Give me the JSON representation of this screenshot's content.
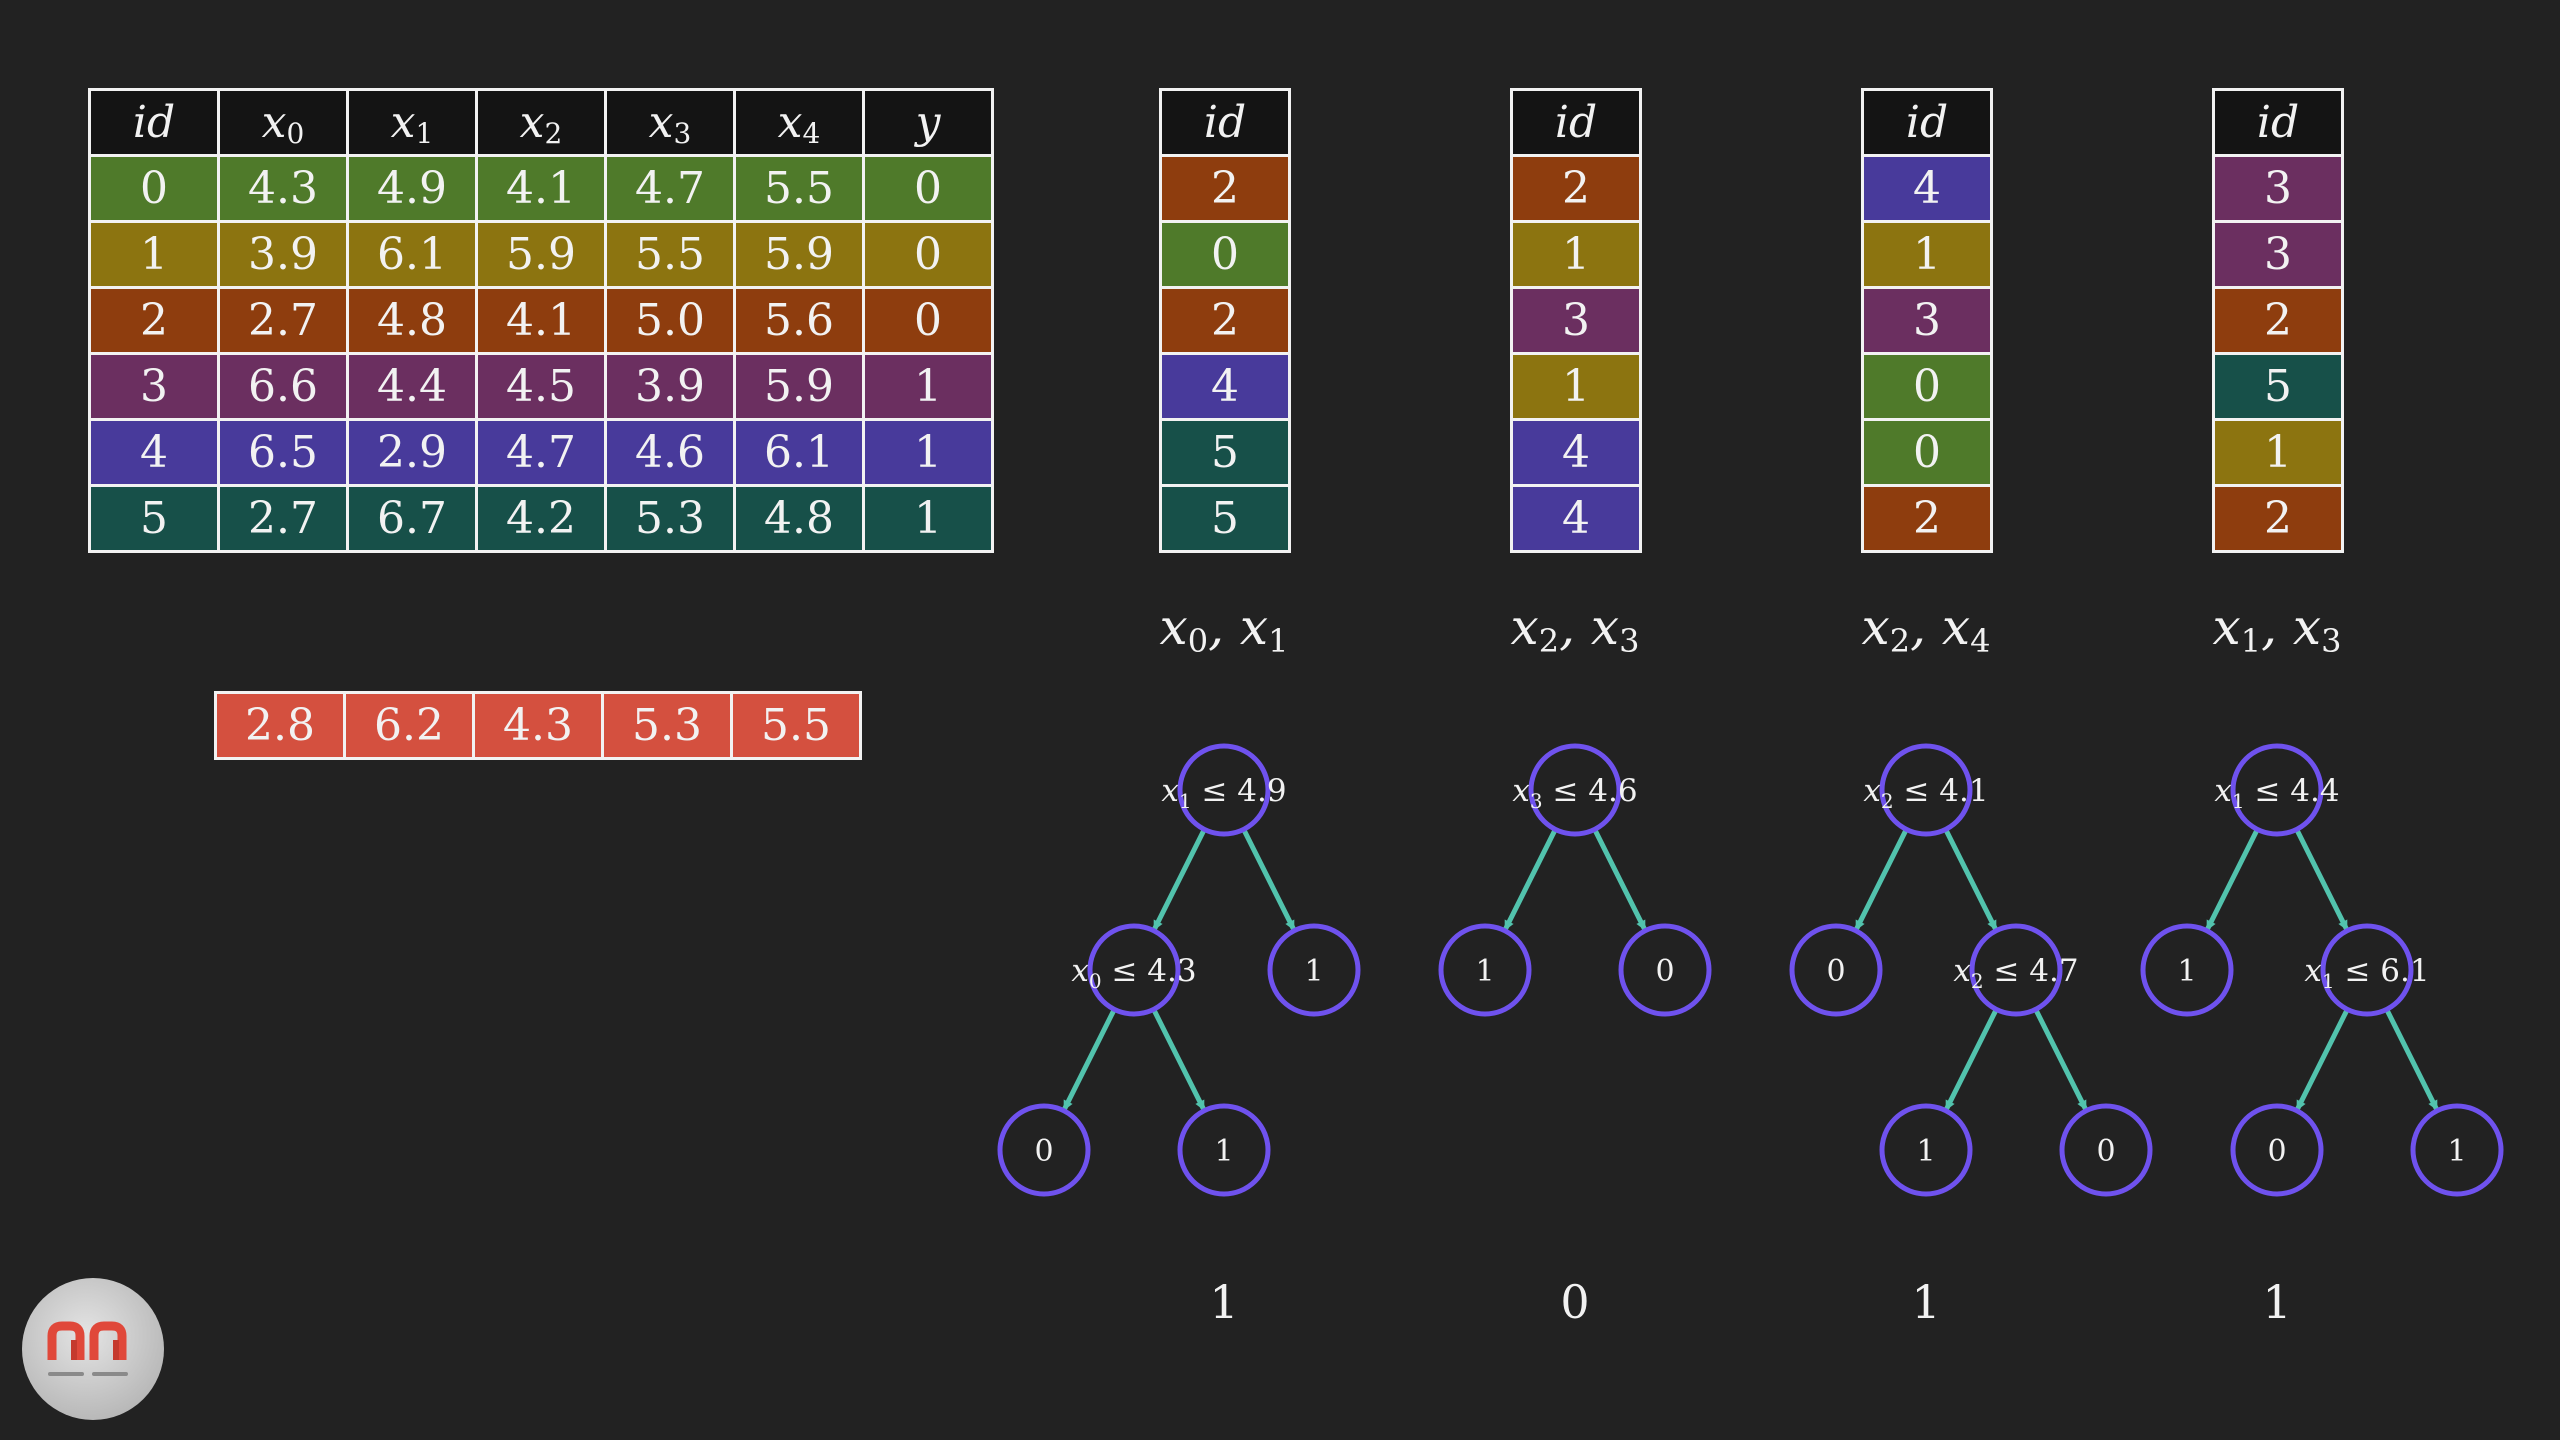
{
  "data_table": {
    "header": [
      "id",
      "x0",
      "x1",
      "x2",
      "x3",
      "x4",
      "y"
    ],
    "rows": [
      {
        "color": "#4f7a2a",
        "cells": [
          "0",
          "4.3",
          "4.9",
          "4.1",
          "4.7",
          "5.5",
          "0"
        ]
      },
      {
        "color": "#8c7410",
        "cells": [
          "1",
          "3.9",
          "6.1",
          "5.9",
          "5.5",
          "5.9",
          "0"
        ]
      },
      {
        "color": "#8e3d0e",
        "cells": [
          "2",
          "2.7",
          "4.8",
          "4.1",
          "5.0",
          "5.6",
          "0"
        ]
      },
      {
        "color": "#6b2f60",
        "cells": [
          "3",
          "6.6",
          "4.4",
          "4.5",
          "3.9",
          "5.9",
          "1"
        ]
      },
      {
        "color": "#483a9b",
        "cells": [
          "4",
          "6.5",
          "2.9",
          "4.7",
          "4.6",
          "6.1",
          "1"
        ]
      },
      {
        "color": "#175049",
        "cells": [
          "5",
          "2.7",
          "6.7",
          "4.2",
          "5.3",
          "4.8",
          "1"
        ]
      }
    ]
  },
  "query_row": {
    "color": "#d4503f",
    "cells": [
      "2.8",
      "6.2",
      "4.3",
      "5.3",
      "5.5"
    ]
  },
  "colors": {
    "0": "#4f7a2a",
    "1": "#8c7410",
    "2": "#8e3d0e",
    "3": "#6b2f60",
    "4": "#483a9b",
    "5": "#175049",
    "node_stroke": "#6f52ee",
    "edge": "#52c3ad",
    "background": "#222222"
  },
  "bootstrap_samples": [
    {
      "header": "id",
      "ids": [
        "2",
        "0",
        "2",
        "4",
        "5",
        "5"
      ],
      "features": "x0, x1",
      "prediction": "1"
    },
    {
      "header": "id",
      "ids": [
        "2",
        "1",
        "3",
        "1",
        "4",
        "4"
      ],
      "features": "x2, x3",
      "prediction": "0"
    },
    {
      "header": "id",
      "ids": [
        "4",
        "1",
        "3",
        "0",
        "0",
        "2"
      ],
      "features": "x2, x4",
      "prediction": "1"
    },
    {
      "header": "id",
      "ids": [
        "3",
        "3",
        "2",
        "5",
        "1",
        "2"
      ],
      "features": "x1, x3",
      "prediction": "1"
    }
  ],
  "trees": [
    {
      "nodes": [
        {
          "label": "x1 ≤ 4.9"
        },
        {
          "label": "x0 ≤ 4.3"
        },
        {
          "label": "1"
        },
        {
          "label": "0"
        },
        {
          "label": "1"
        }
      ]
    },
    {
      "nodes": [
        {
          "label": "x3 ≤ 4.6"
        },
        {
          "label": "1"
        },
        {
          "label": "0"
        }
      ]
    },
    {
      "nodes": [
        {
          "label": "x2 ≤ 4.1"
        },
        {
          "label": "0"
        },
        {
          "label": "x2 ≤ 4.7"
        },
        {
          "label": "1"
        },
        {
          "label": "0"
        }
      ]
    },
    {
      "nodes": [
        {
          "label": "x1 ≤ 4.4"
        },
        {
          "label": "1"
        },
        {
          "label": "x1 ≤ 6.1"
        },
        {
          "label": "0"
        },
        {
          "label": "1"
        }
      ]
    }
  ],
  "logo": {
    "icon": "nn-logo-icon"
  }
}
